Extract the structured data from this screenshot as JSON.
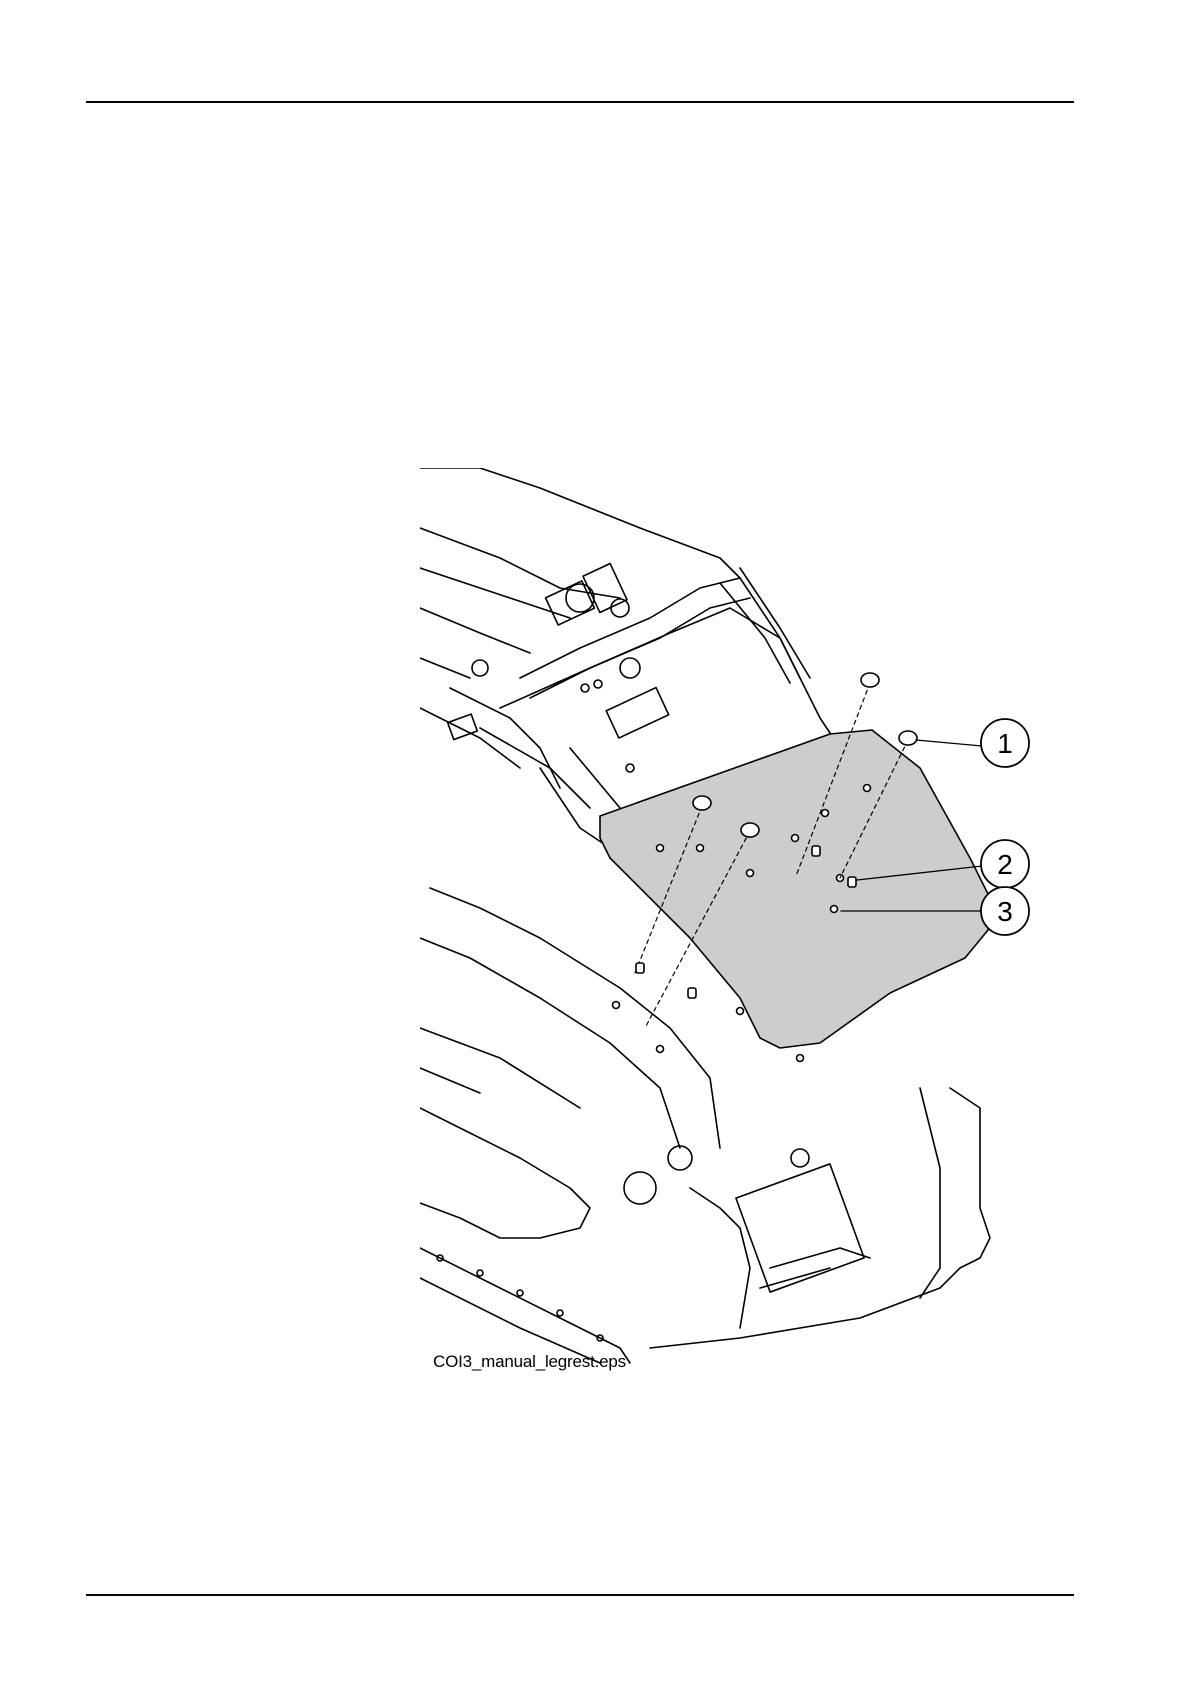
{
  "figure": {
    "caption": "COI3_manual_legrest.eps",
    "callouts": [
      {
        "number": "1"
      },
      {
        "number": "2"
      },
      {
        "number": "3"
      }
    ]
  },
  "colors": {
    "line": "#000000",
    "panel_fill": "#cdcdcd",
    "background": "#ffffff"
  }
}
